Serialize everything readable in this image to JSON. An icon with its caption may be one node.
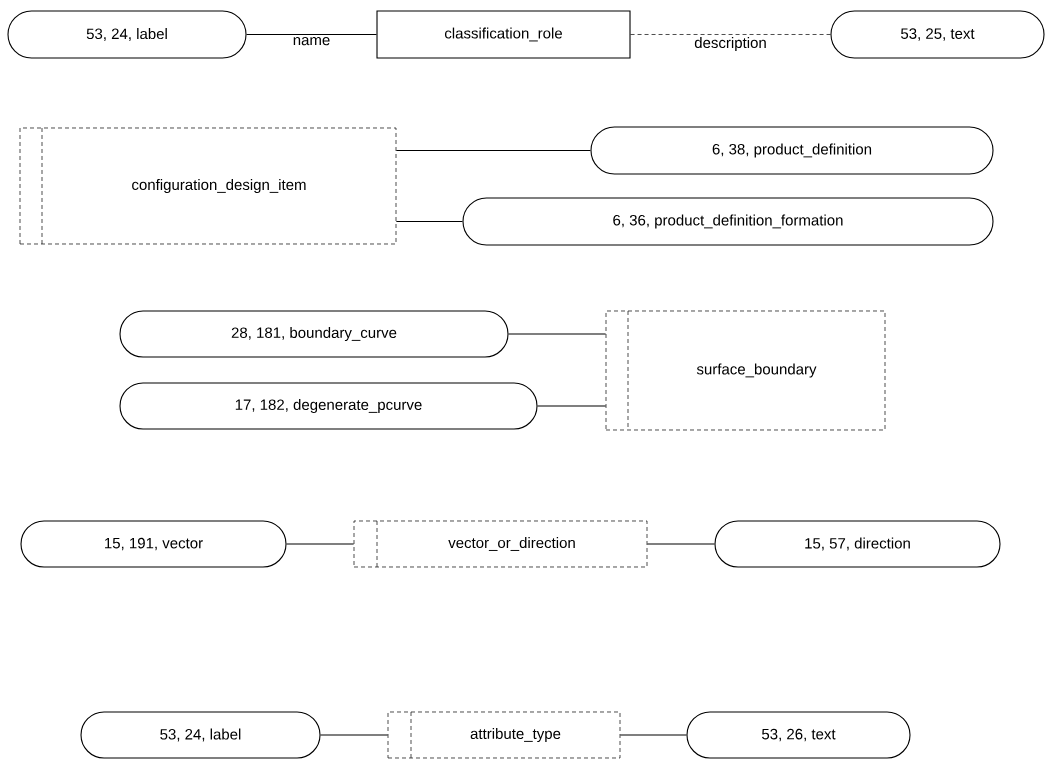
{
  "diagram": {
    "nodes": [
      {
        "text": [
          "53, 24, label"
        ]
      },
      {
        "text": [
          "classification_role"
        ]
      },
      {
        "text": [
          "53, 25, text"
        ]
      },
      {
        "text": [
          "configuration_design_item"
        ]
      },
      {
        "text": [
          "6, 38, product_definition"
        ]
      },
      {
        "text": [
          "6, 36, product_definition_formation"
        ]
      },
      {
        "text": [
          "28, 181, boundary_curve"
        ]
      },
      {
        "text": [
          "17, 182, degenerate_pcurve"
        ]
      },
      {
        "text": [
          "surface_boundary"
        ]
      },
      {
        "text": [
          "15, 191, vector"
        ]
      },
      {
        "text": [
          "vector_or_direction"
        ]
      },
      {
        "text": [
          "15, 57, direction"
        ]
      },
      {
        "text": [
          "53, 24, label"
        ]
      },
      {
        "text": [
          "attribute_type"
        ]
      },
      {
        "text": [
          "53, 26, text"
        ]
      }
    ],
    "edges": [
      {
        "from": 0,
        "to": 1,
        "arrow": "none",
        "label": "name"
      },
      {
        "from": 1,
        "to": 2,
        "arrow": "none",
        "label": "description",
        "style": "dashed"
      },
      {
        "from": 3,
        "to": 4,
        "arrow": "none"
      },
      {
        "from": 3,
        "to": 5,
        "arrow": "none"
      },
      {
        "from": 6,
        "to": 8,
        "arrow": "none"
      },
      {
        "from": 7,
        "to": 8,
        "arrow": "none"
      },
      {
        "from": 9,
        "to": 10,
        "arrow": "none"
      },
      {
        "from": 10,
        "to": 11,
        "arrow": "none"
      },
      {
        "from": 12,
        "to": 13,
        "arrow": "none"
      },
      {
        "from": 13,
        "to": 14,
        "arrow": "none"
      }
    ]
  }
}
